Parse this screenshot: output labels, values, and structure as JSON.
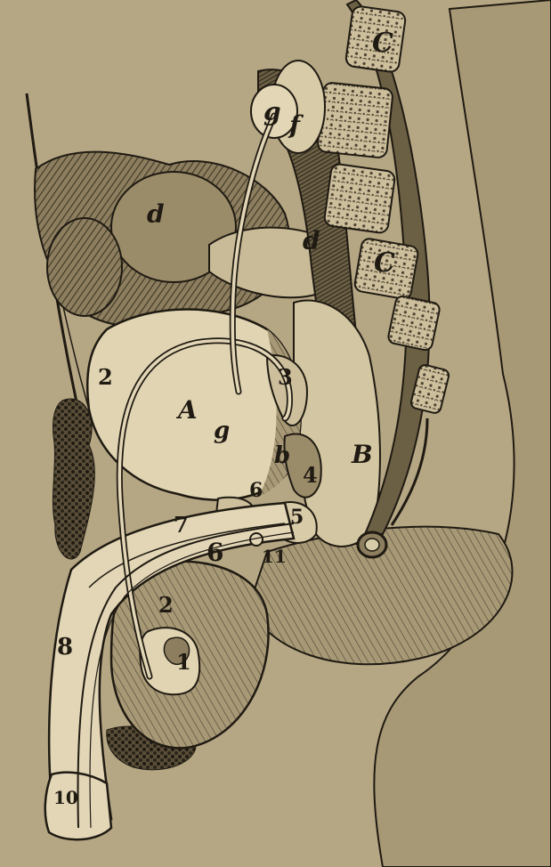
{
  "figure": {
    "labels": {
      "A": "A",
      "B": "B",
      "C_upper": "C",
      "C_lower": "C",
      "d_left": "d",
      "d_right": "d",
      "f": "f",
      "g_upper": "g",
      "g_lower": "g",
      "b": "b",
      "n1": "1",
      "n2_upper": "2",
      "n2_lower": "2",
      "n3": "3",
      "n4": "4",
      "n5": "5",
      "n6_upper": "6",
      "n6_lower": "6",
      "n7": "7",
      "n8": "8",
      "n10": "10",
      "n11": "11"
    },
    "colors": {
      "paper": "#b5a684",
      "ink": "#1f1a12",
      "tissue_light": "#d8cba8",
      "tissue_mid": "#8c7e5e",
      "tissue_dark": "#4a4130"
    }
  }
}
